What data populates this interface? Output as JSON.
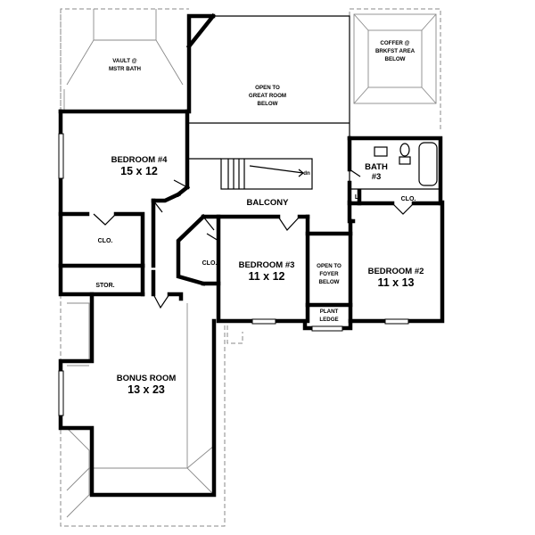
{
  "rooms": {
    "vault": {
      "line1": "VAULT @",
      "line2": "MSTR BATH"
    },
    "open_great": {
      "line1": "OPEN TO",
      "line2": "GREAT ROOM",
      "line3": "BELOW"
    },
    "coffer": {
      "line1": "COFFER @",
      "line2": "BRKFST AREA",
      "line3": "BELOW"
    },
    "bedroom4": {
      "name": "BEDROOM #4",
      "dims": "15 x 12"
    },
    "bath3": {
      "line1": "BATH",
      "line2": "#3"
    },
    "linen": {
      "label": "L."
    },
    "clo_bath": {
      "label": "CLO."
    },
    "balcony": {
      "label": "BALCONY"
    },
    "clo_bed4": {
      "label": "CLO."
    },
    "clo_bed3": {
      "label": "CLO."
    },
    "bedroom3": {
      "name": "BEDROOM #3",
      "dims": "11 x 12"
    },
    "open_foyer": {
      "line1": "OPEN TO",
      "line2": "FOYER",
      "line3": "BELOW"
    },
    "plant_ledge": {
      "line1": "PLANT",
      "line2": "LEDGE"
    },
    "bedroom2": {
      "name": "BEDROOM #2",
      "dims": "11 x 13"
    },
    "stor": {
      "label": "STOR."
    },
    "bonus": {
      "name": "BONUS ROOM",
      "dims": "13 x 23"
    },
    "stair": {
      "label": "dn"
    }
  }
}
